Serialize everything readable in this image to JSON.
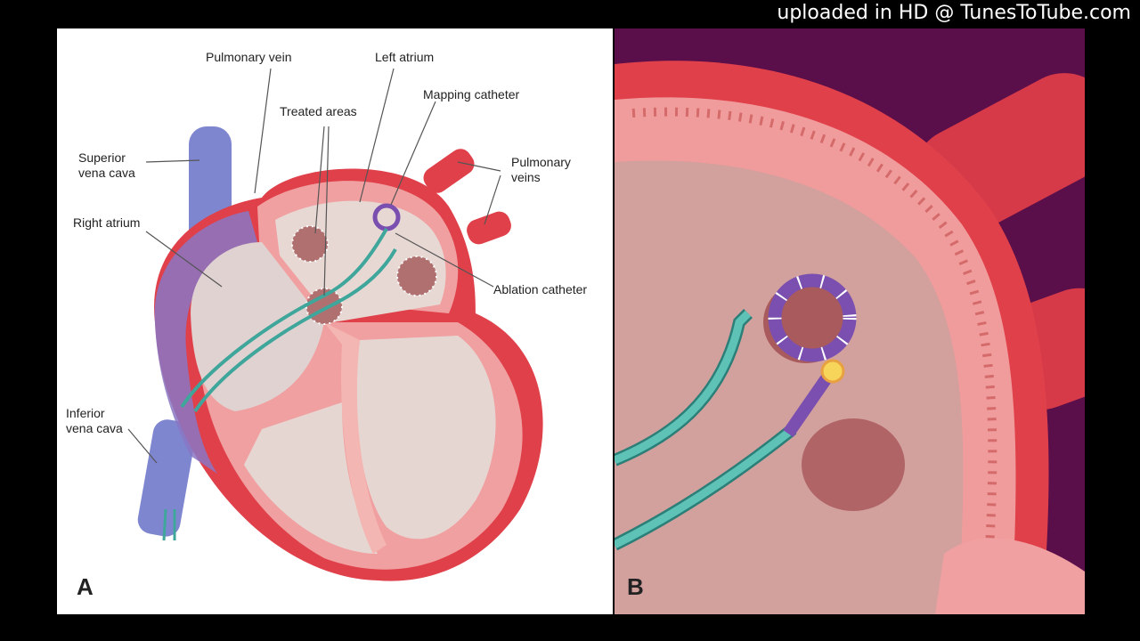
{
  "watermark": "uploaded in HD @ TunesToTube.com",
  "panel_a": {
    "letter": "A",
    "labels": {
      "pulmonary_vein": "Pulmonary vein",
      "left_atrium": "Left atrium",
      "mapping_catheter": "Mapping catheter",
      "treated_areas": "Treated areas",
      "superior_vena_cava": "Superior\nvena cava",
      "pulmonary_veins": "Pulmonary\nveins",
      "right_atrium": "Right atrium",
      "ablation_catheter": "Ablation catheter",
      "inferior_vena_cava": "Inferior\nvena cava"
    }
  },
  "panel_b": {
    "letter": "B"
  },
  "colors": {
    "heart_red": "#e0404a",
    "muscle_pink": "#f0a0a0",
    "chamber": "#e8d8d4",
    "vena_cava": "#7f86d0",
    "catheter": "#3fa69b",
    "mapping_ring": "#7a4fb0",
    "background_b": "#5a0f4a"
  }
}
